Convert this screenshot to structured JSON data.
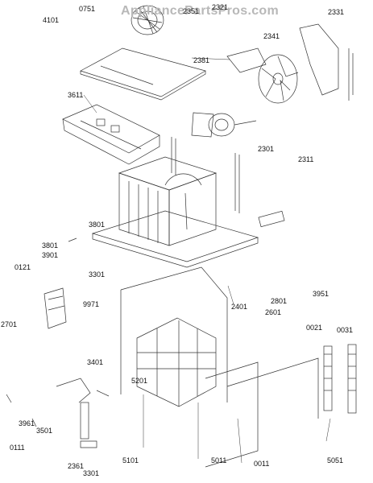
{
  "watermark": "AppliancePartsPros.com",
  "labels": [
    "0751",
    "2351",
    "2321",
    "4101",
    "2331",
    "2341",
    "2381",
    "3611",
    "2301",
    "2311",
    "3801",
    "3801",
    "3901",
    "0121",
    "3301",
    "9971",
    "2701",
    "2401",
    "2801",
    "3951",
    "2601",
    "0021",
    "0031",
    "3401",
    "5201",
    "3961",
    "3501",
    "0111",
    "2361",
    "3301",
    "5101",
    "5011",
    "0011",
    "5051"
  ],
  "colors": {
    "line": "#333333",
    "label": "#111111",
    "watermark": "#b8b8b8"
  }
}
